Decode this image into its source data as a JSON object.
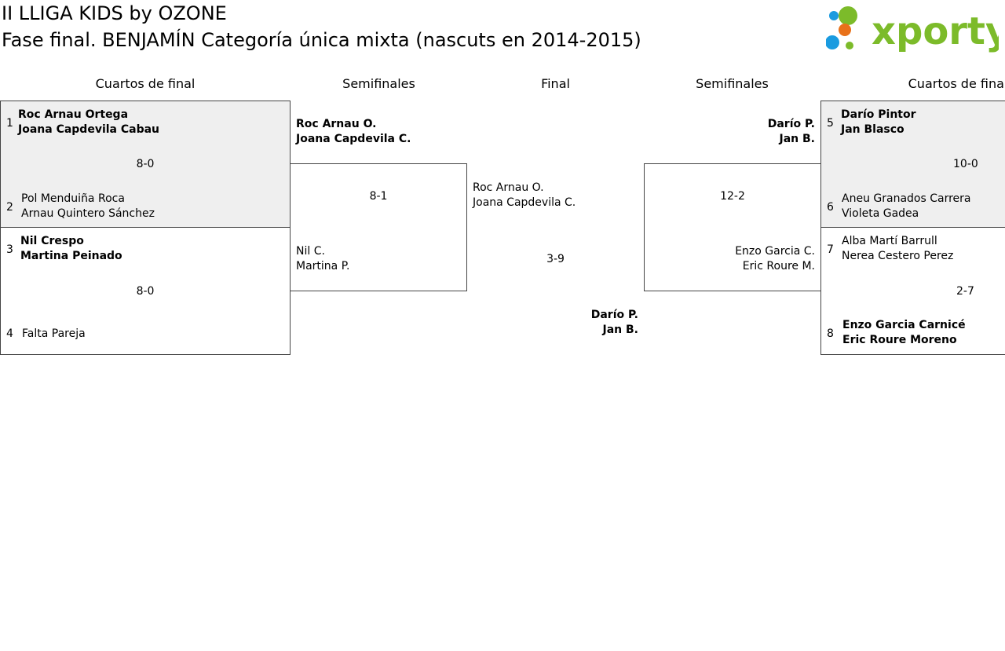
{
  "header": {
    "title": "II LLIGA KIDS by OZONE",
    "subtitle": "Fase final. BENJAMÍN Categoría única mixta (nascuts en 2014-2015)"
  },
  "logo": {
    "text": "xporty",
    "colors": {
      "blue": "#1a9be0",
      "orange": "#e8711a",
      "green": "#7cbb2a"
    }
  },
  "columns": {
    "qf_left": "Cuartos de final",
    "sf_left": "Semifinales",
    "final": "Final",
    "sf_right": "Semifinales",
    "qf_right": "Cuartos de final"
  },
  "quarterfinals_left": [
    {
      "top": {
        "seed": "1",
        "p1": "Roc Arnau Ortega",
        "p2": "Joana Capdevila Cabau"
      },
      "score": "8-0",
      "bottom": {
        "seed": "2",
        "p1": "Pol Menduiña Roca",
        "p2": "Arnau Quintero Sánchez"
      }
    },
    {
      "top": {
        "seed": "3",
        "p1": "Nil Crespo",
        "p2": "Martina Peinado"
      },
      "score": "8-0",
      "bottom": {
        "seed": "4",
        "p1": "Falta Pareja",
        "p2": ""
      }
    }
  ],
  "semifinal_left": {
    "top": {
      "p1": "Roc Arnau O.",
      "p2": "Joana Capdevila C."
    },
    "score": "8-1",
    "bottom": {
      "p1": "Nil C.",
      "p2": "Martina P."
    }
  },
  "final": {
    "left": {
      "p1": "Roc Arnau O.",
      "p2": "Joana Capdevila C."
    },
    "score": "3-9",
    "right": {
      "p1": "Darío P.",
      "p2": "Jan B."
    }
  },
  "semifinal_right": {
    "top": {
      "p1": "Darío P.",
      "p2": "Jan B."
    },
    "score": "12-2",
    "bottom": {
      "p1": "Enzo Garcia C.",
      "p2": "Eric Roure M."
    }
  },
  "quarterfinals_right": [
    {
      "top": {
        "seed": "5",
        "p1": "Darío Pintor",
        "p2": "Jan Blasco"
      },
      "score": "10-0",
      "bottom": {
        "seed": "6",
        "p1": "Aneu Granados Carrera",
        "p2": "Violeta Gadea"
      }
    },
    {
      "top": {
        "seed": "7",
        "p1": "Alba Martí Barrull",
        "p2": "Nerea Cestero Perez"
      },
      "score": "2-7",
      "bottom": {
        "seed": "8",
        "p1": "Enzo Garcia Carnicé",
        "p2": "Eric Roure Moreno"
      }
    }
  ]
}
